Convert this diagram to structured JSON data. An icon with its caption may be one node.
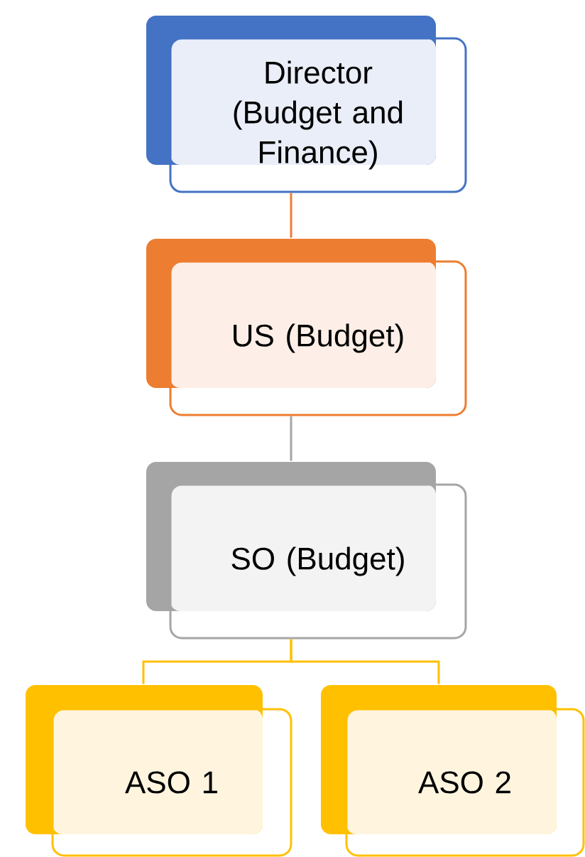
{
  "diagram": {
    "nodes": [
      {
        "text": [
          "Director (Budget and Finance)"
        ]
      },
      {
        "text": [
          "US (Budget)"
        ]
      },
      {
        "text": [
          "SO (Budget)"
        ]
      },
      {
        "text": [
          "ASO 1"
        ]
      },
      {
        "text": [
          "ASO 2"
        ]
      }
    ],
    "edges": [
      {
        "from": 0,
        "to": 1,
        "arrow": "none",
        "color": "#ed7d31"
      },
      {
        "from": 1,
        "to": 2,
        "arrow": "none",
        "color": "#a5a5a5"
      },
      {
        "from": 2,
        "to": 3,
        "arrow": "none",
        "color": "#ffc000"
      },
      {
        "from": 2,
        "to": 4,
        "arrow": "none",
        "color": "#ffc000"
      }
    ]
  }
}
